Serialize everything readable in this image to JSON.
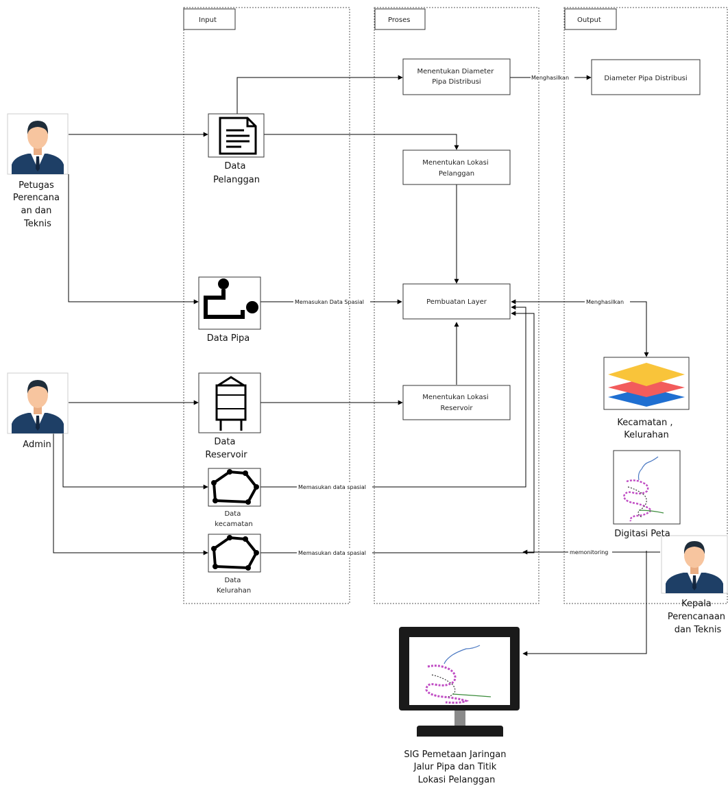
{
  "lanes": {
    "input": "Input",
    "proses": "Proses",
    "output": "Output"
  },
  "actors": {
    "petugas": [
      "Petugas",
      "Perencana",
      "an dan",
      "Teknis"
    ],
    "admin": [
      "Admin"
    ],
    "kepala": [
      "Kepala",
      "Perencanaan",
      "dan Teknis"
    ]
  },
  "inputs": {
    "pelanggan": [
      "Data",
      "Pelanggan"
    ],
    "pipa": [
      "Data Pipa"
    ],
    "reservoir": [
      "Data",
      "Reservoir"
    ],
    "kecamatan": [
      "Data",
      "kecamatan"
    ],
    "kelurahan": [
      "Data",
      "Kelurahan"
    ]
  },
  "process": {
    "diameter": [
      "Menentukan Diameter",
      "Pipa Distribusi"
    ],
    "lokasi_pelanggan": [
      "Menentukan Lokasi",
      "Pelanggan"
    ],
    "layer": [
      "Pembuatan Layer"
    ],
    "lokasi_reservoir": [
      "Menentukan Lokasi",
      "Reservoir"
    ]
  },
  "outputs": {
    "diameter": [
      "Diameter Pipa Distribusi"
    ],
    "kec_kel": [
      "Kecamatan ,",
      "Kelurahan"
    ],
    "digitasi": [
      "Digitasi Peta"
    ]
  },
  "system": [
    "SIG Pemetaan Jaringan",
    "Jalur Pipa dan Titik",
    "Lokasi Pelanggan"
  ],
  "edge_labels": {
    "menghasilkan_1": "Menghasilkan",
    "menghasilkan_2": "Menghasilkan",
    "spasial_pipa": "Memasukan Data Spasial",
    "spasial_kec": "Memasukan data spasial",
    "spasial_kel": "Memasukan data spasial",
    "monitoring": "memonitoring"
  },
  "colors": {
    "skin": "#f7c59f",
    "hair": "#1f2d3a",
    "suit": "#1e3f66",
    "layer_top": "#f9c43a",
    "layer_mid": "#f25c5c",
    "layer_bot": "#1f6fd1"
  }
}
